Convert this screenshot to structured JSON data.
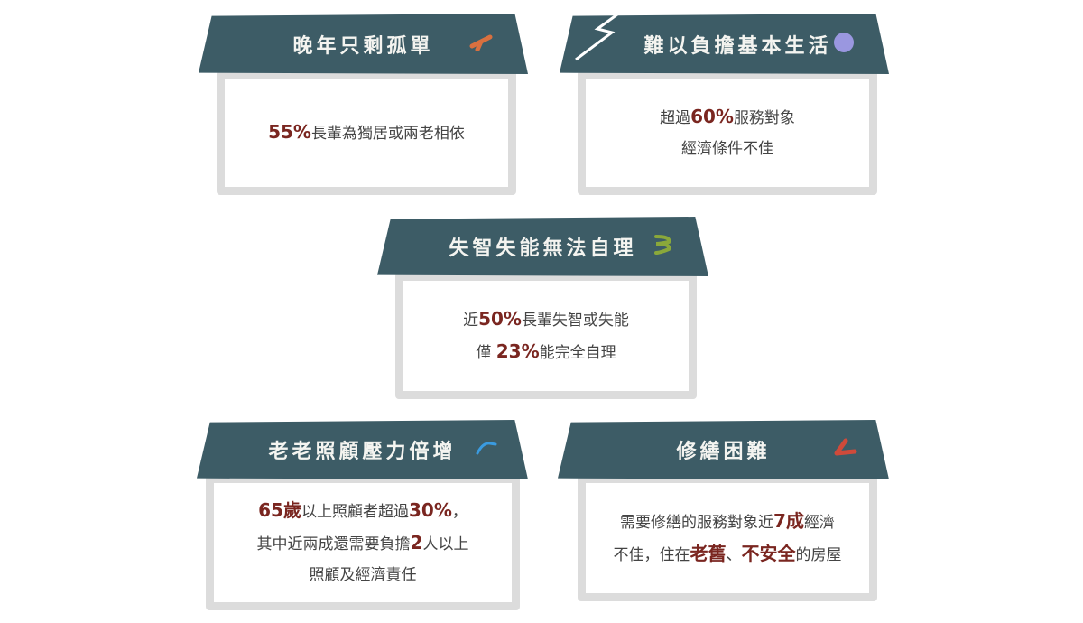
{
  "colors": {
    "roof": "#3d5c66",
    "highlight": "#7a2620",
    "frame": "#dcdcdc"
  },
  "cards": [
    {
      "title": "晚年只剩孤單",
      "icon": "orange-brush-stroke-icon",
      "lines": [
        [
          {
            "t": "55%",
            "hl": true
          },
          {
            "t": "長輩為獨居或兩老相依"
          }
        ]
      ]
    },
    {
      "title": "難以負擔基本生活",
      "icon": "purple-dot-icon",
      "lines": [
        [
          {
            "t": "超過"
          },
          {
            "t": "60%",
            "hl": true
          },
          {
            "t": "服務對象"
          }
        ],
        [
          {
            "t": "經濟條件不佳"
          }
        ]
      ]
    },
    {
      "title": "失智失能無法自理",
      "icon": "green-squiggle-icon",
      "lines": [
        [
          {
            "t": "近"
          },
          {
            "t": "50%",
            "hl": true
          },
          {
            "t": "長輩失智或失能"
          }
        ],
        [
          {
            "t": "僅 "
          },
          {
            "t": "23%",
            "hl": true
          },
          {
            "t": "能完全自理"
          }
        ]
      ]
    },
    {
      "title": "老老照顧壓力倍增",
      "icon": "blue-arc-icon",
      "lines": [
        [
          {
            "t": "65歲",
            "hl": true
          },
          {
            "t": "以上照顧者超過"
          },
          {
            "t": "30%",
            "hl": true
          },
          {
            "t": "，"
          }
        ],
        [
          {
            "t": "其中近兩成還需要負擔"
          },
          {
            "t": "2",
            "hl": true
          },
          {
            "t": "人以上"
          }
        ],
        [
          {
            "t": "照顧及經濟責任"
          }
        ]
      ]
    },
    {
      "title": "修繕困難",
      "icon": "red-check-icon",
      "lines": [
        [
          {
            "t": "需要修繕的服務對象近"
          },
          {
            "t": "7成",
            "hl": true
          },
          {
            "t": "經濟"
          }
        ],
        [
          {
            "t": "不佳，住在"
          },
          {
            "t": "老舊",
            "hl": true
          },
          {
            "t": "、"
          },
          {
            "t": "不安全",
            "hl": true
          },
          {
            "t": "的房屋"
          }
        ]
      ]
    }
  ]
}
